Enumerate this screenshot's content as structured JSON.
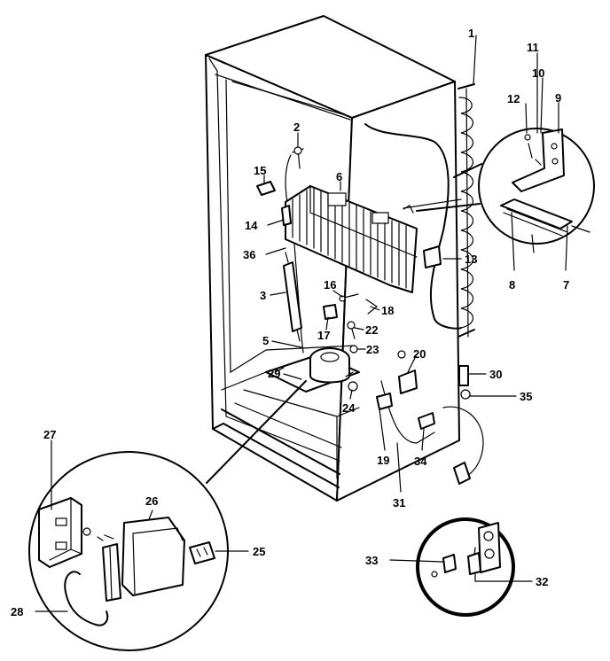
{
  "diagram": {
    "part_labels": {
      "p1": "1",
      "p2": "2",
      "p3": "3",
      "p5": "5",
      "p6": "6",
      "p7": "7",
      "p8": "8",
      "p9": "9",
      "p10": "10",
      "p11": "11",
      "p12": "12",
      "p13": "13",
      "p14": "14",
      "p15": "15",
      "p16": "16",
      "p17": "17",
      "p18": "18",
      "p19": "19",
      "p20": "20",
      "p22": "22",
      "p23": "23",
      "p24": "24",
      "p25": "25",
      "p26": "26",
      "p27": "27",
      "p28": "28",
      "p29": "29",
      "p30": "30",
      "p31": "31",
      "p32": "32",
      "p33": "33",
      "p34": "34",
      "p35": "35",
      "p36": "36"
    }
  }
}
